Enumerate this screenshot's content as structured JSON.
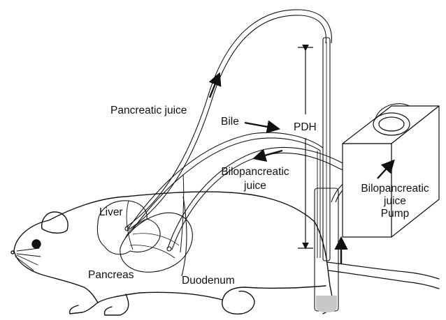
{
  "labels": {
    "pancreatic_juice": "Pancreatic juice",
    "bile": "Bile",
    "pdh": "PDH",
    "bilopancreatic_line1": "Bilopancreatic",
    "bilopancreatic_line2": "juice",
    "pump_line1": "Bilopancreatic",
    "pump_line2": "juice",
    "pump_line3": "Pump",
    "liver": "Liver",
    "pancreas": "Pancreas",
    "duodenum": "Duodenum"
  },
  "colors": {
    "stroke": "#111111",
    "background": "#ffffff",
    "fluid": "#c8c8c8"
  }
}
